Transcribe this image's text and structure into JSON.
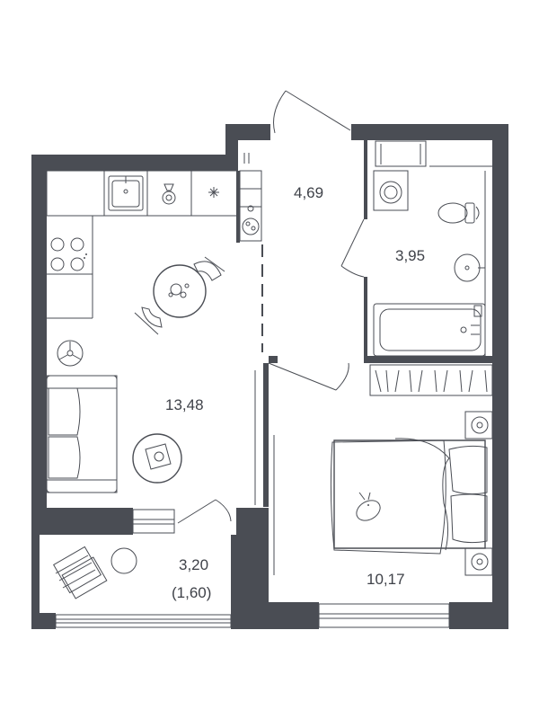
{
  "plan": {
    "wall_color": "#4a4d54",
    "line_color": "#4a4d54",
    "background": "#ffffff",
    "rooms": {
      "living_kitchen": {
        "area": "13,48"
      },
      "hallway": {
        "area": "4,69"
      },
      "bathroom": {
        "area": "3,95"
      },
      "bedroom": {
        "area": "10,17"
      },
      "balcony": {
        "area": "3,20",
        "area_reduced": "(1,60)"
      }
    },
    "icons": [
      "sink-icon",
      "stove-icon",
      "washing-machine-icon",
      "toilet-icon",
      "bathtub-icon",
      "bed-icon",
      "sofa-icon",
      "dining-table-icon",
      "chair-icon",
      "plant-icon",
      "wardrobe-icon",
      "radiator-icon"
    ]
  }
}
